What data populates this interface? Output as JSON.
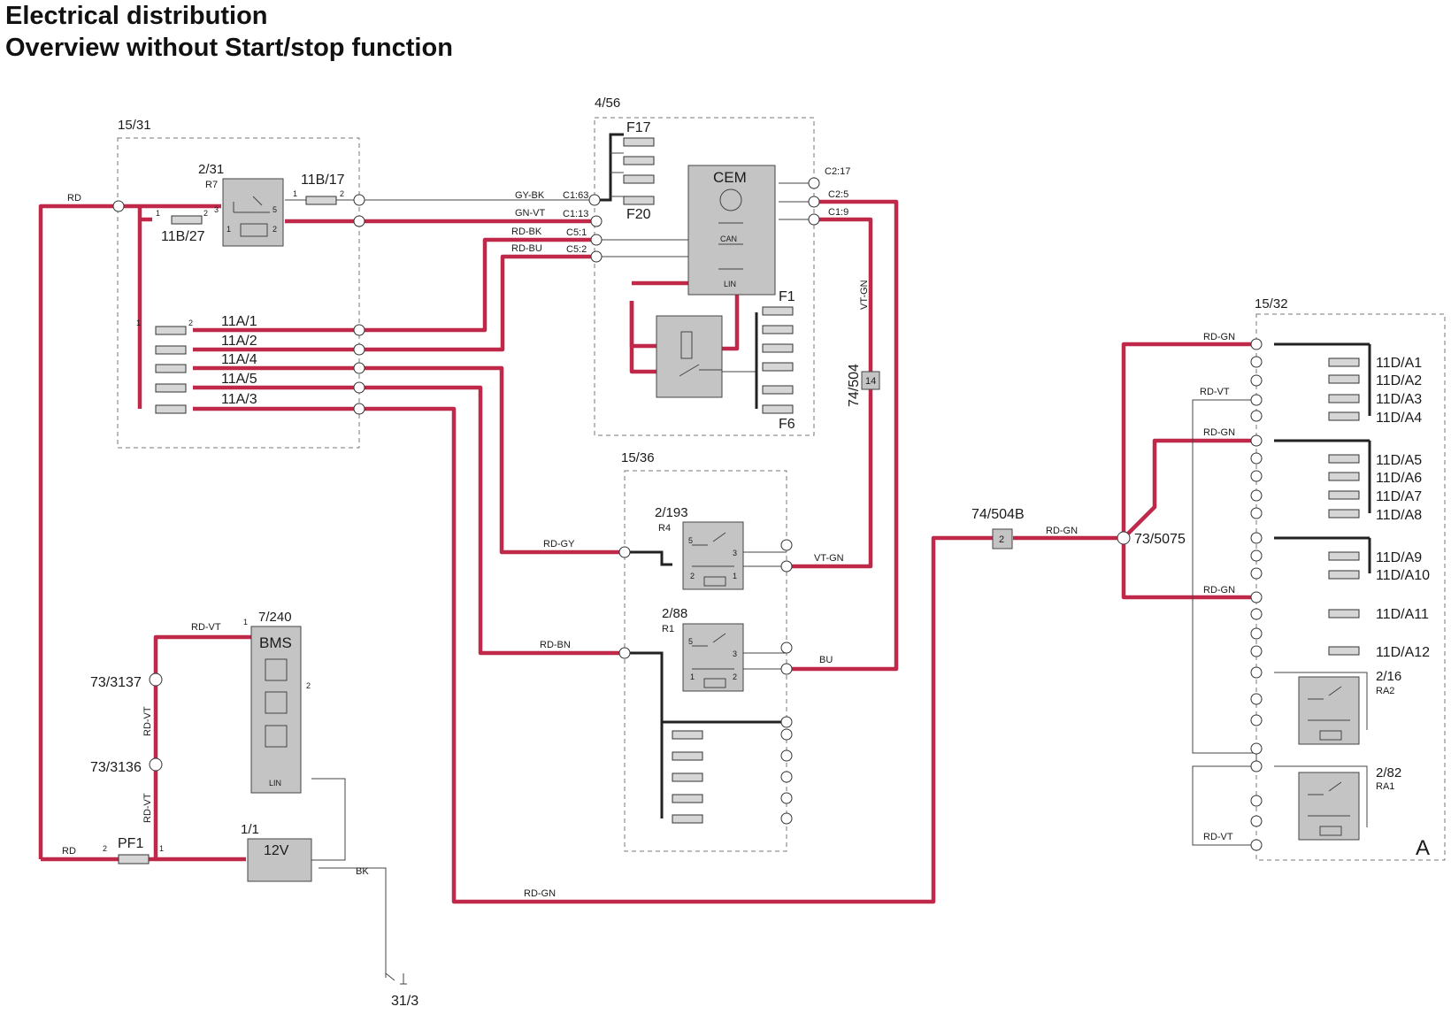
{
  "title_line1": "Electrical distribution",
  "title_line2": "Overview without Start/stop function",
  "corner_mark": "A",
  "boxes": {
    "b1531": "15/31",
    "b456": "4/56",
    "b1536": "15/36",
    "b1532": "15/32"
  },
  "components": {
    "relay_231": "2/31",
    "relay_231_ref": "R7",
    "fuse_11b17": "11B/17",
    "fuse_11b27": "11B/27",
    "cem": "CEM",
    "can": "CAN",
    "lin": "LIN",
    "f17": "F17",
    "f20": "F20",
    "f1": "F1",
    "f6": "F6",
    "relay_2193": "2/193",
    "relay_2193_ref": "R4",
    "relay_288": "2/88",
    "relay_288_ref": "R1",
    "bms_id": "7/240",
    "bms": "BMS",
    "bms_lin": "LIN",
    "battery_id": "1/1",
    "battery": "12V",
    "pf1": "PF1",
    "ground": "31/3",
    "conn_74504": "74/504",
    "conn_74504_pin": "14",
    "conn_74504b": "74/504B",
    "conn_74504b_pin": "2",
    "splice_735075": "73/5075",
    "splice_733137": "73/3137",
    "splice_733136": "73/3136",
    "relay_216": "2/16",
    "relay_216_ref": "RA2",
    "relay_282": "2/82",
    "relay_282_ref": "RA1"
  },
  "fuses_11a": [
    "11A/1",
    "11A/2",
    "11A/4",
    "11A/5",
    "11A/3"
  ],
  "fuses_11d": [
    "11D/A1",
    "11D/A2",
    "11D/A3",
    "11D/A4",
    "11D/A5",
    "11D/A6",
    "11D/A7",
    "11D/A8",
    "11D/A9",
    "11D/A10",
    "11D/A11",
    "11D/A12"
  ],
  "cem_pins": {
    "c163": "C1:63",
    "c113": "C1:13",
    "c51": "C5:1",
    "c52": "C5:2",
    "c217": "C2:17",
    "c25": "C2:5",
    "c19": "C1:9"
  },
  "wires": {
    "rd": "RD",
    "gy_bk": "GY-BK",
    "gn_vt": "GN-VT",
    "rd_bk": "RD-BK",
    "rd_bu": "RD-BU",
    "vt_gn": "VT-GN",
    "rd_gy": "RD-GY",
    "rd_bn": "RD-BN",
    "bu": "BU",
    "rd_vt": "RD-VT",
    "bk": "BK",
    "rd_gn": "RD-GN"
  },
  "pin_numbers": {
    "p1": "1",
    "p2": "2",
    "p3": "3",
    "p5": "5"
  },
  "colors": {
    "feed_wire": "#c0284a",
    "component_fill": "#c4c4c4"
  }
}
